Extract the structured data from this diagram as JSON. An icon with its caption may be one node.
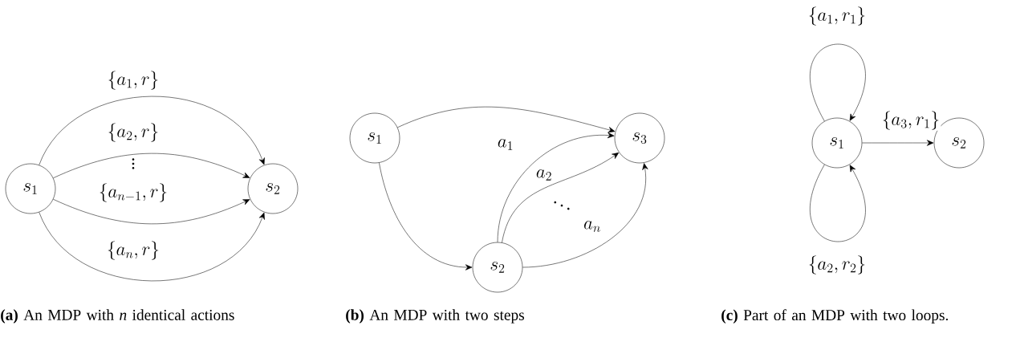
{
  "diagram": {
    "nodes": [
      {
        "text": [
          "s_1"
        ]
      },
      {
        "text": [
          "s_2"
        ]
      },
      {
        "text": [
          "s_1"
        ]
      },
      {
        "text": [
          "s_2"
        ]
      },
      {
        "text": [
          "s_3"
        ]
      },
      {
        "text": [
          "s_1"
        ]
      },
      {
        "text": [
          "s_2"
        ]
      }
    ],
    "edges": [
      {
        "from": 0,
        "to": 1,
        "arrow": "to",
        "label": "\\{a_1, r\\}"
      },
      {
        "from": 0,
        "to": 1,
        "arrow": "to",
        "label": "\\{a_2, r\\}"
      },
      {
        "from": 0,
        "to": 1,
        "arrow": "to",
        "label": "\\{a_{n-1}, r\\}"
      },
      {
        "from": 0,
        "to": 1,
        "arrow": "to",
        "label": "\\{a_n, r\\}"
      },
      {
        "from": 2,
        "to": 4,
        "arrow": "to"
      },
      {
        "from": 2,
        "to": 3,
        "arrow": "to"
      },
      {
        "from": 3,
        "to": 4,
        "arrow": "to",
        "label": "a_1"
      },
      {
        "from": 3,
        "to": 4,
        "arrow": "to",
        "label": "a_2"
      },
      {
        "from": 3,
        "to": 4,
        "arrow": "to",
        "label": "a_n"
      },
      {
        "from": 5,
        "to": 5,
        "arrow": "to",
        "label": "\\{a_1, r_1\\}"
      },
      {
        "from": 5,
        "to": 6,
        "arrow": "to",
        "label": "\\{a_3, r_1\\}"
      },
      {
        "from": 5,
        "to": 5,
        "arrow": "to",
        "label": "\\{a_2, r_2\\}"
      }
    ],
    "labels": [
      "\\vdots",
      "\\ddots",
      "**(a)** An MDP with *n* identical actions",
      "**(b)** An MDP with two steps",
      "**(c)** Part of an MDP with two loops."
    ]
  }
}
